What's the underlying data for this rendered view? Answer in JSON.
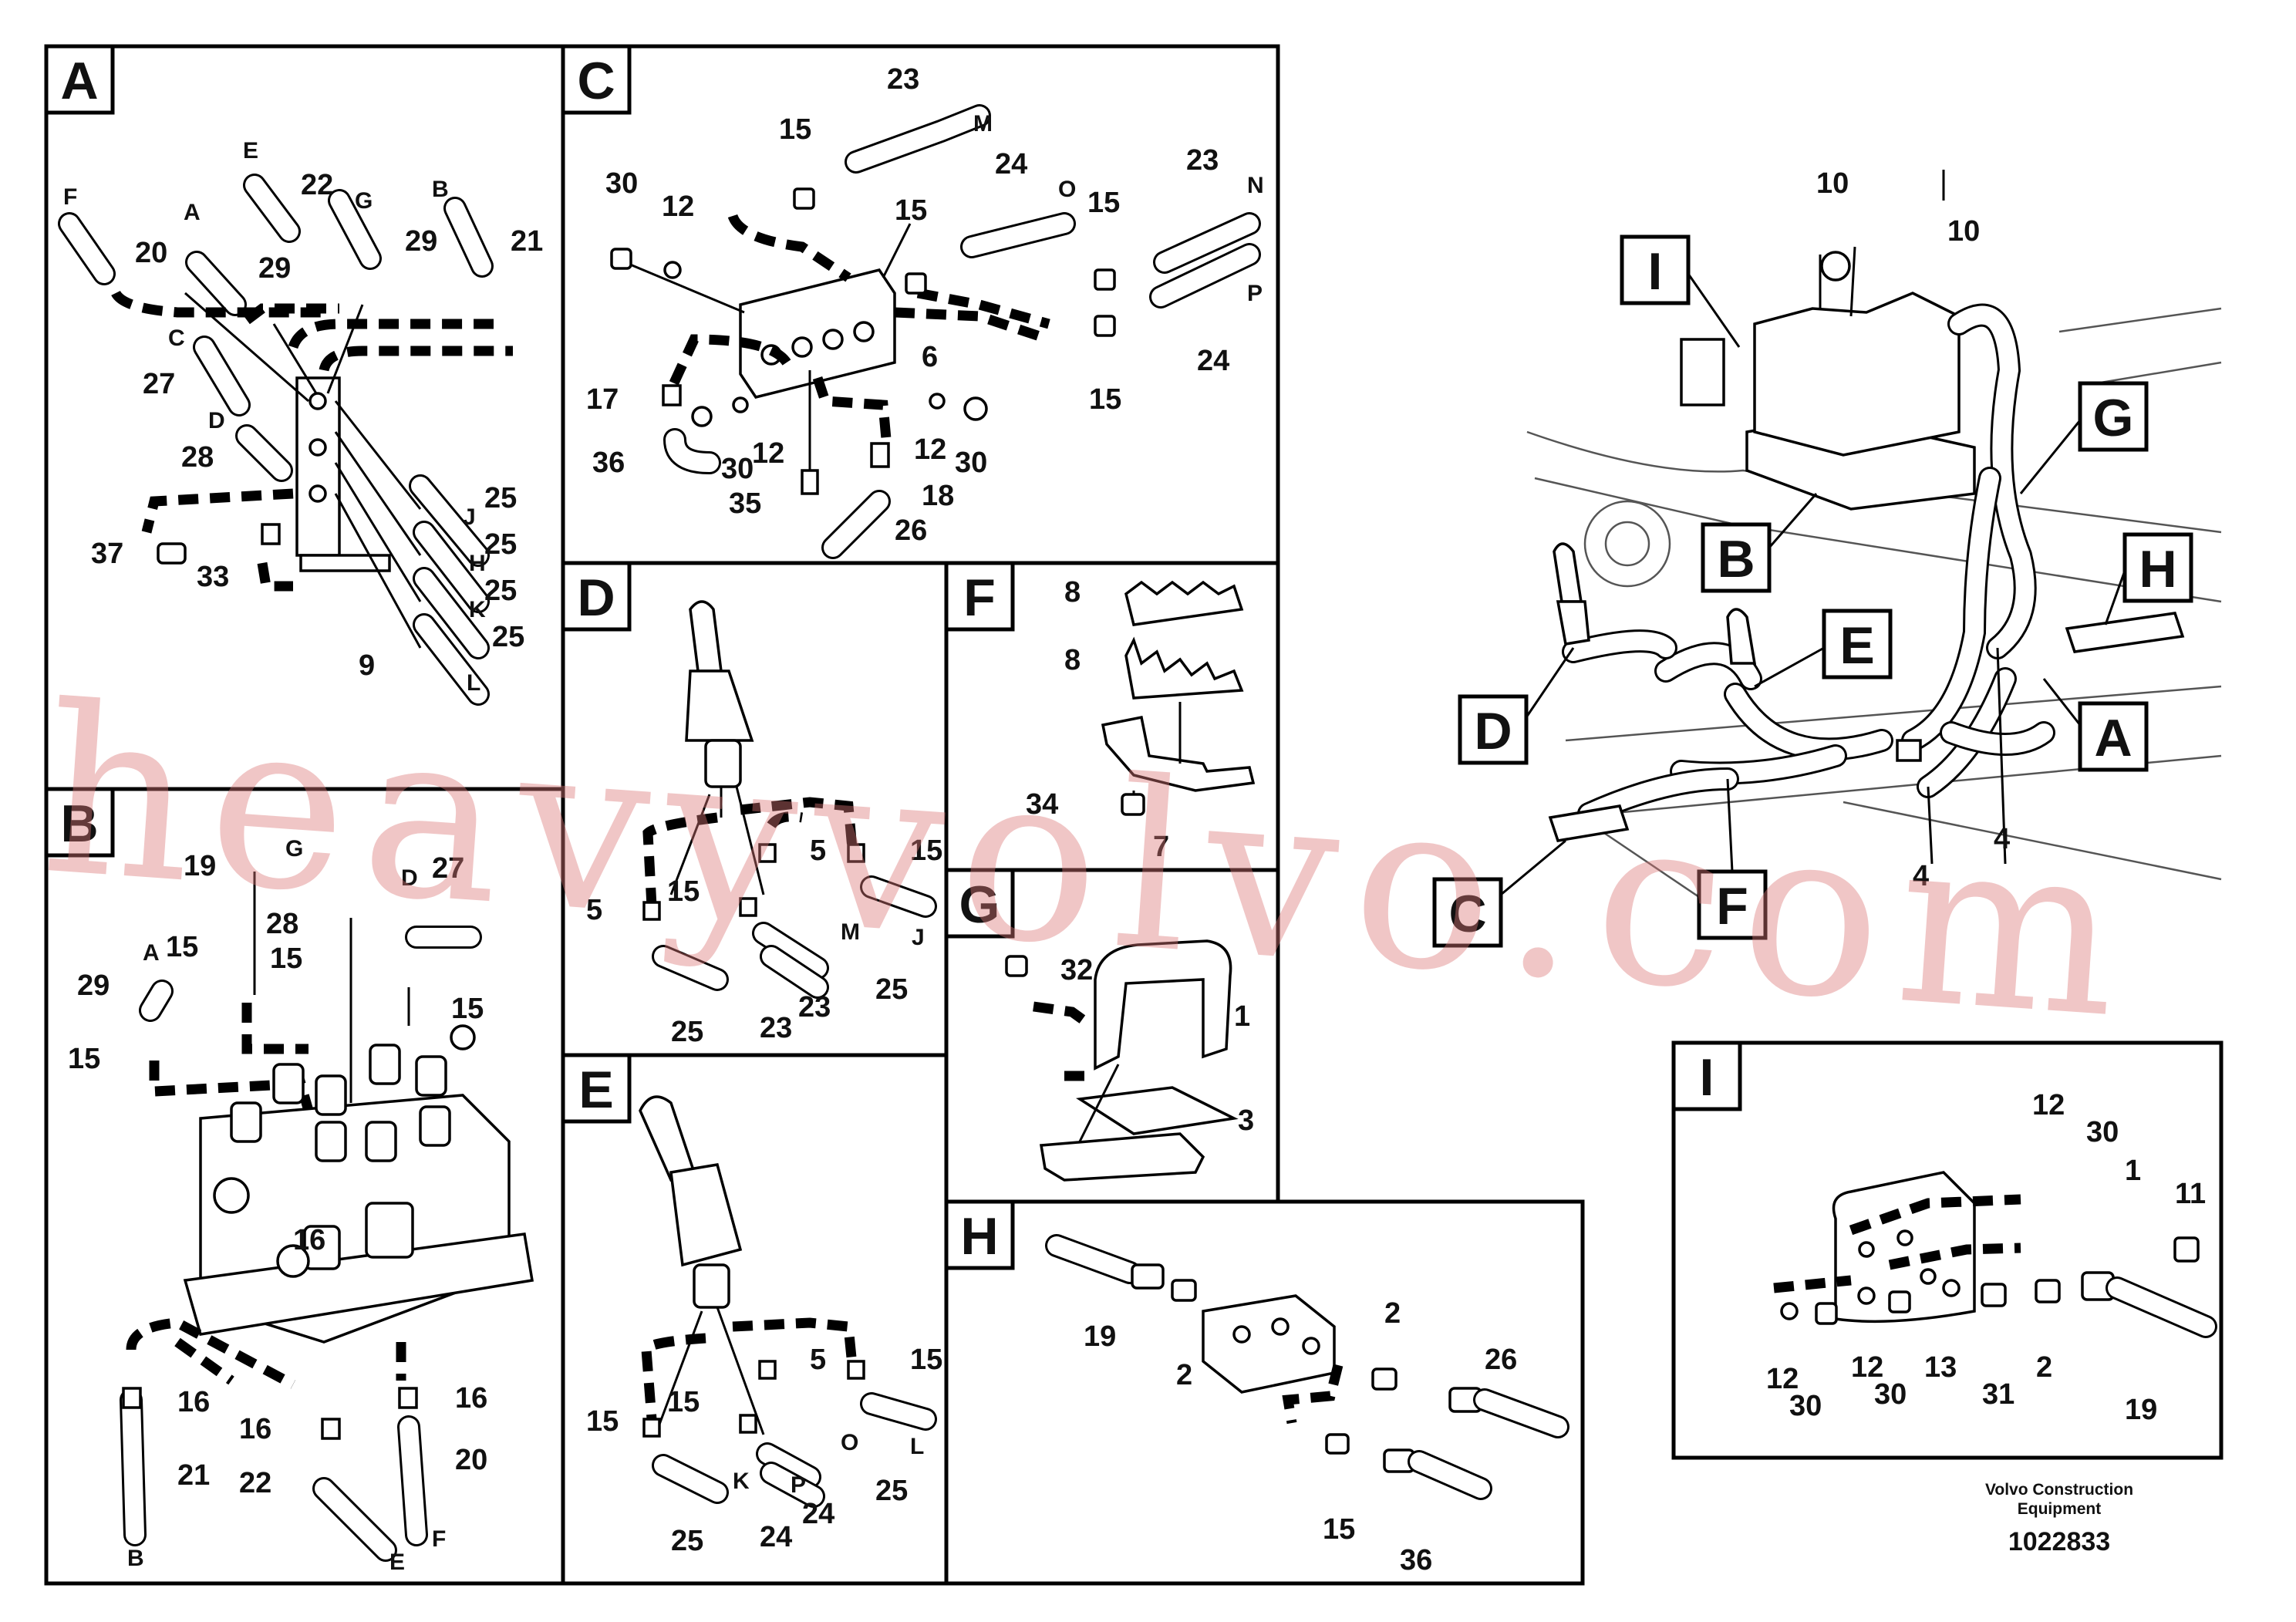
{
  "views": [
    {
      "id": "A",
      "labels": [
        "F",
        "20",
        "E",
        "22",
        "A",
        "29",
        "G",
        "29",
        "B",
        "21",
        "C",
        "27",
        "D",
        "28",
        "25",
        "J",
        "25",
        "H",
        "25",
        "K",
        "25",
        "L",
        "37",
        "33",
        "9"
      ]
    },
    {
      "id": "B",
      "labels": [
        "19",
        "G",
        "27",
        "D",
        "28",
        "A",
        "15",
        "15",
        "15",
        "29",
        "15",
        "16",
        "16",
        "16",
        "16",
        "21",
        "20",
        "22",
        "B",
        "F",
        "E"
      ]
    },
    {
      "id": "C",
      "labels": [
        "23",
        "M",
        "15",
        "24",
        "O",
        "15",
        "23",
        "N",
        "30",
        "12",
        "15",
        "6",
        "P",
        "17",
        "24",
        "15",
        "36",
        "30",
        "12",
        "12",
        "30",
        "35",
        "18",
        "26"
      ]
    },
    {
      "id": "D",
      "labels": [
        "5",
        "15",
        "5",
        "15",
        "M",
        "J",
        "25",
        "23",
        "23",
        "25"
      ]
    },
    {
      "id": "E",
      "labels": [
        "5",
        "15",
        "15",
        "15",
        "O",
        "L",
        "K",
        "P",
        "25",
        "24",
        "24",
        "25"
      ]
    },
    {
      "id": "F",
      "labels": [
        "8",
        "8",
        "34",
        "7"
      ]
    },
    {
      "id": "G",
      "labels": [
        "32",
        "1",
        "3"
      ]
    },
    {
      "id": "H",
      "labels": [
        "19",
        "2",
        "2",
        "26",
        "15",
        "36"
      ]
    },
    {
      "id": "I",
      "labels": [
        "12",
        "30",
        "1",
        "11",
        "12",
        "30",
        "12",
        "30",
        "13",
        "31",
        "2",
        "19"
      ]
    }
  ],
  "overview": {
    "callouts": [
      "I",
      "G",
      "B",
      "H",
      "E",
      "D",
      "A",
      "C",
      "F"
    ],
    "numbers": [
      "10",
      "10",
      "4",
      "4"
    ]
  },
  "footer": {
    "company_line1": "Volvo Construction",
    "company_line2": "Equipment",
    "drawing_number": "1022833"
  },
  "watermark": "heavyvolvo.com"
}
